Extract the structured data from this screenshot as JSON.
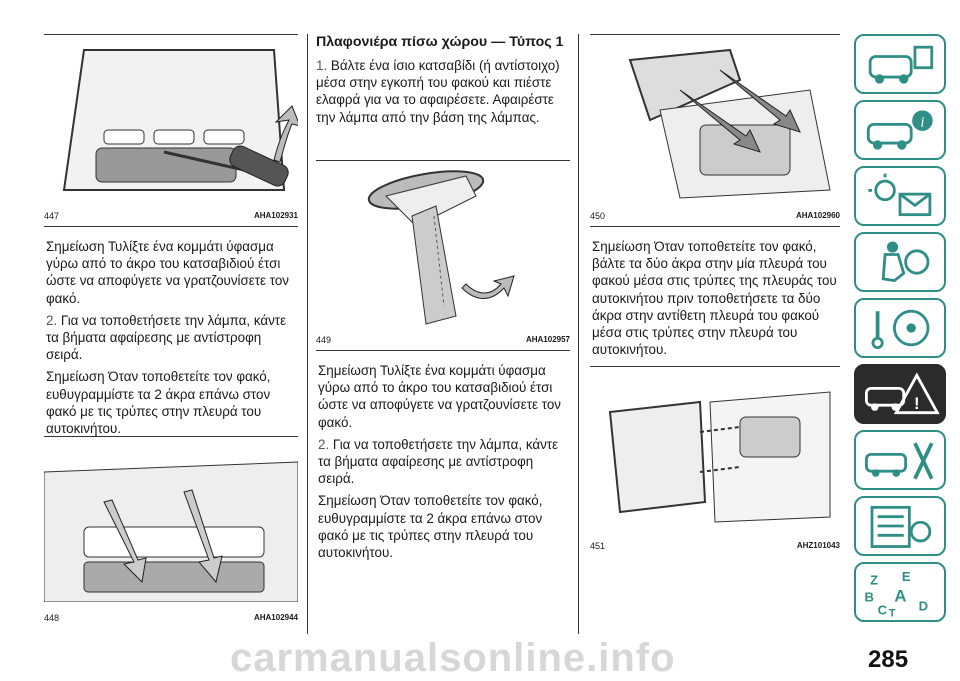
{
  "figures": {
    "f447": {
      "num": "447",
      "code": "AHA102931"
    },
    "f448": {
      "num": "448",
      "code": "AHA102944"
    },
    "f449": {
      "num": "449",
      "code": "AHA102957"
    },
    "f450": {
      "num": "450",
      "code": "AHA102960"
    },
    "f451": {
      "num": "451",
      "code": "AHZ101043"
    }
  },
  "col1": {
    "p1": "Σημείωση Τυλίξτε ένα κομμάτι ύφασμα γύρω από το άκρο του κατσαβιδιού έτσι ώστε να αποφύγετε να γρατζουνίσετε τον φακό.",
    "p2_num": "2.",
    "p2": " Για να τοποθετήσετε την λάμπα, κάντε τα βήματα αφαίρεσης με αντίστροφη σειρά.",
    "p3": "Σημείωση Όταν τοποθετείτε τον φακό, ευθυγραμμίστε τα 2 άκρα επάνω στον φακό με τις τρύπες στην πλευρά του αυτοκινήτου."
  },
  "col2": {
    "heading": "Πλαφονιέρα πίσω χώρου — Τύπος 1",
    "p1_num": "1.",
    "p1": " Βάλτε ένα ίσιο κατσαβίδι (ή αντίστοιχο) μέσα στην εγκοπή του φακού και πιέστε ελαφρά για να το αφαιρέσετε. Αφαιρέστε την λάμπα από την βάση της λάμπας.",
    "p2": "Σημείωση Τυλίξτε ένα κομμάτι ύφασμα γύρω από το άκρο του κατσαβιδιού έτσι ώστε να αποφύγετε να γρατζουνίσετε τον φακό.",
    "p3_num": "2.",
    "p3": " Για να τοποθετήσετε την λάμπα, κάντε τα βήματα αφαίρεσης με αντίστροφη σειρά.",
    "p4": "Σημείωση Όταν τοποθετείτε τον φακό, ευθυγραμμίστε τα 2 άκρα επάνω στον φακό με τις τρύπες στην πλευρά του αυτοκινήτου."
  },
  "col3": {
    "p1": "Σημείωση Όταν τοποθετείτε τον φακό, βάλτε τα δύο άκρα στην μία πλευρά του φακού μέσα στις τρύπες της πλευράς του αυτοκινήτου πριν τοποθετήσετε τα δύο άκρα στην αντίθετη πλευρά του φακού μέσα στις τρύπες στην πλευρά του αυτοκινήτου."
  },
  "sidebar": {
    "active_color": "#2b2b2b",
    "accent_color": "#2f8f86",
    "tabs": [
      {
        "icon": "car-dashboard-icon"
      },
      {
        "icon": "car-info-icon"
      },
      {
        "icon": "warning-lights-icon"
      },
      {
        "icon": "airbag-icon"
      },
      {
        "icon": "steering-wheel-icon"
      },
      {
        "icon": "car-breakdown-icon",
        "active": true
      },
      {
        "icon": "car-maintenance-icon"
      },
      {
        "icon": "specs-list-icon"
      },
      {
        "icon": "index-letters-icon",
        "letters": [
          "Z",
          "E",
          "B",
          "A",
          "C",
          "T",
          "D"
        ]
      }
    ]
  },
  "page_number": "285",
  "watermark": "carmanualsonline.info"
}
